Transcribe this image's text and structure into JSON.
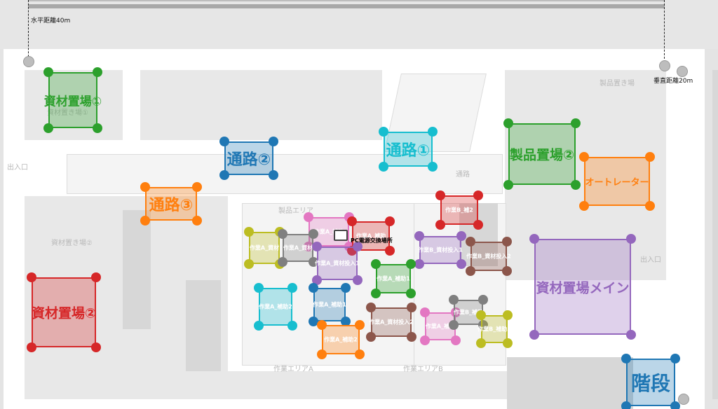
{
  "measurements": {
    "horizontal": "水平距離40m",
    "vertical": "垂直距離20m"
  },
  "map_labels": {
    "entrance_left": "出入口",
    "entrance_right": "出入口",
    "passage": "通路",
    "work_area_a": "作業エリアA",
    "work_area_b": "作業エリアB",
    "material_storage_2": "資材置き場②",
    "product_storage_top": "製品置き場",
    "material_storage_1_sub": "資材置き場①",
    "work_area_mid": "製品エリア"
  },
  "zones": {
    "material_1": {
      "label": "資材置場①",
      "color": "#2ca02c"
    },
    "material_2": {
      "label": "資材置場②",
      "color": "#d62728"
    },
    "material_main": {
      "label": "資材置場メイン",
      "color": "#9467bd"
    },
    "passage_1": {
      "label": "通路①",
      "color": "#17becf"
    },
    "passage_2": {
      "label": "通路②",
      "color": "#1f77b4"
    },
    "passage_3": {
      "label": "通路③",
      "color": "#ff7f0e"
    },
    "product_2": {
      "label": "製品置場②",
      "color": "#2ca02c"
    },
    "auto_lator": {
      "label": "オートレーター",
      "color": "#ff7f0e"
    },
    "stairs": {
      "label": "階段",
      "color": "#1f77b4"
    }
  },
  "small_zones": [
    {
      "label": "作業B_補2",
      "color": "#d62728"
    },
    {
      "label": "作業A_補助",
      "color": "#e377c2"
    },
    {
      "label": "作業A_補助",
      "color": "#d62728"
    },
    {
      "label": "作業A_資材",
      "color": "#bcbd22"
    },
    {
      "label": "作業A_資材",
      "color": "#7f7f7f"
    },
    {
      "label": "作業A_資材投入1",
      "color": "#9467bd"
    },
    {
      "label": "作業B_資材投入1",
      "color": "#9467bd"
    },
    {
      "label": "作業B_資材投入2",
      "color": "#8c564b"
    },
    {
      "label": "作業A_補助1",
      "color": "#2ca02c"
    },
    {
      "label": "作業A_補助2",
      "color": "#17becf"
    },
    {
      "label": "作業A_補助1",
      "color": "#1f77b4"
    },
    {
      "label": "作業A_資材投入2",
      "color": "#8c564b"
    },
    {
      "label": "作業A_補助",
      "color": "#e377c2"
    },
    {
      "label": "作業B_補助",
      "color": "#7f7f7f"
    },
    {
      "label": "作業B_補助3",
      "color": "#bcbd22"
    },
    {
      "label": "作業A_補助2",
      "color": "#ff7f0e"
    }
  ],
  "device": {
    "label": "PC電源交換場所"
  }
}
